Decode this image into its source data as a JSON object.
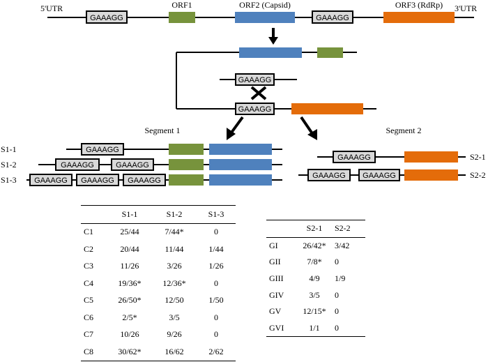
{
  "diagram": {
    "utr5_label": "5'UTR",
    "utr3_label": "3'UTR",
    "orf1_label": "ORF1",
    "orf2_label": "ORF2 (Capsid)",
    "orf3_label": "ORF3 (RdRp)",
    "motif": "GAAAGG",
    "segment1_title": "Segment 1",
    "segment2_title": "Segment 2",
    "s1_1": "S1-1",
    "s1_2": "S1-2",
    "s1_3": "S1-3",
    "s2_1": "S2-1",
    "s2_2": "S2-2",
    "colors": {
      "orf1": "#77933c",
      "orf2": "#4f81bd",
      "orf3": "#e46c0a",
      "motif_box": "#d9d9d9",
      "line": "#000000"
    }
  },
  "table_segment1": {
    "headers": [
      "",
      "S1-1",
      "S1-2",
      "S1-3"
    ],
    "rows": [
      [
        "C1",
        "25/44",
        "7/44*",
        "0"
      ],
      [
        "C2",
        "20/44",
        "11/44",
        "1/44"
      ],
      [
        "C3",
        "11/26",
        "3/26",
        "1/26"
      ],
      [
        "C4",
        "19/36*",
        "12/36*",
        "0"
      ],
      [
        "C5",
        "26/50*",
        "12/50",
        "1/50"
      ],
      [
        "C6",
        "2/5*",
        "3/5",
        "0"
      ],
      [
        "C7",
        "10/26",
        "9/26",
        "0"
      ],
      [
        "C8",
        "30/62*",
        "16/62",
        "2/62"
      ]
    ]
  },
  "table_segment2": {
    "headers": [
      "",
      "S2-1",
      "S2-2"
    ],
    "rows": [
      [
        "GI",
        "26/42*",
        "3/42"
      ],
      [
        "GII",
        "7/8*",
        "0"
      ],
      [
        "GIII",
        "4/9",
        "1/9"
      ],
      [
        "GIV",
        "3/5",
        "0"
      ],
      [
        "GV",
        "12/15*",
        "0"
      ],
      [
        "GVI",
        "1/1",
        "0"
      ]
    ]
  }
}
